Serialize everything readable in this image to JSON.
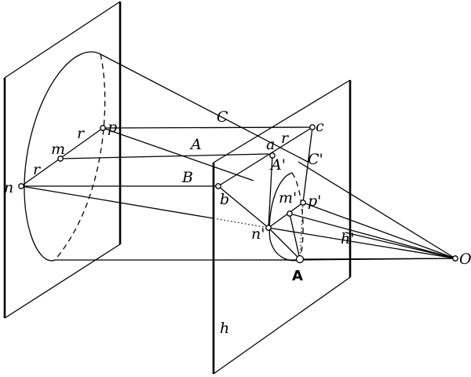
{
  "labels": {
    "n": "n",
    "r_left": "r",
    "m": "m",
    "r_right": "r",
    "p": "p",
    "C": "C",
    "A": "A",
    "B": "B",
    "a": "a",
    "r_small": "r",
    "c": "c",
    "A_prime": "A'",
    "C_prime": "C'",
    "b": "b",
    "m_prime": "m'",
    "p_prime": "p'",
    "n_prime": "n'",
    "h_prime": "h'",
    "A_point": "A",
    "O": "O",
    "h": "h"
  }
}
